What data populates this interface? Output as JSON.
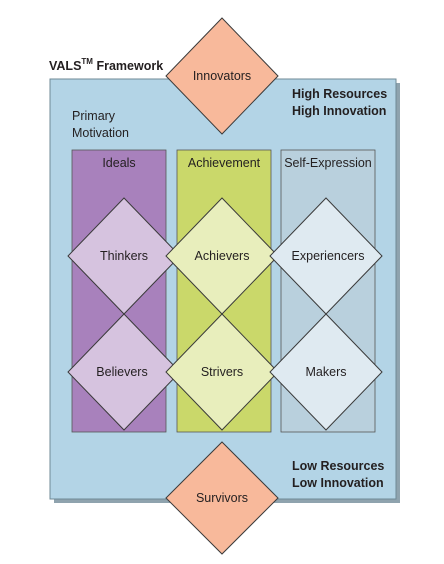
{
  "title": {
    "name": "VALS",
    "mark": "TM",
    "suffix": "Framework"
  },
  "high": {
    "line1": "High Resources",
    "line2": "High Innovation"
  },
  "low": {
    "line1": "Low Resources",
    "line2": "Low Innovation"
  },
  "primary_motivation": {
    "line1": "Primary",
    "line2": "Motivation"
  },
  "columns": [
    {
      "label": "Ideals",
      "color": "#a881bc"
    },
    {
      "label": "Achievement",
      "color": "#cad86a"
    },
    {
      "label": "Self-Expression",
      "color": "#b9d0dd"
    }
  ],
  "nodes": {
    "top": "Innovators",
    "bottom": "Survivors",
    "row1": [
      "Thinkers",
      "Achievers",
      "Experiencers"
    ],
    "row2": [
      "Believers",
      "Strivers",
      "Makers"
    ]
  },
  "colors": {
    "frame_bg": "#b3d4e6",
    "salmon": "#f8b99b",
    "ideals_diamond": "#d6c3df",
    "achievement_diamond": "#e8eebc",
    "self_expression_diamond": "#dfeaf1"
  }
}
